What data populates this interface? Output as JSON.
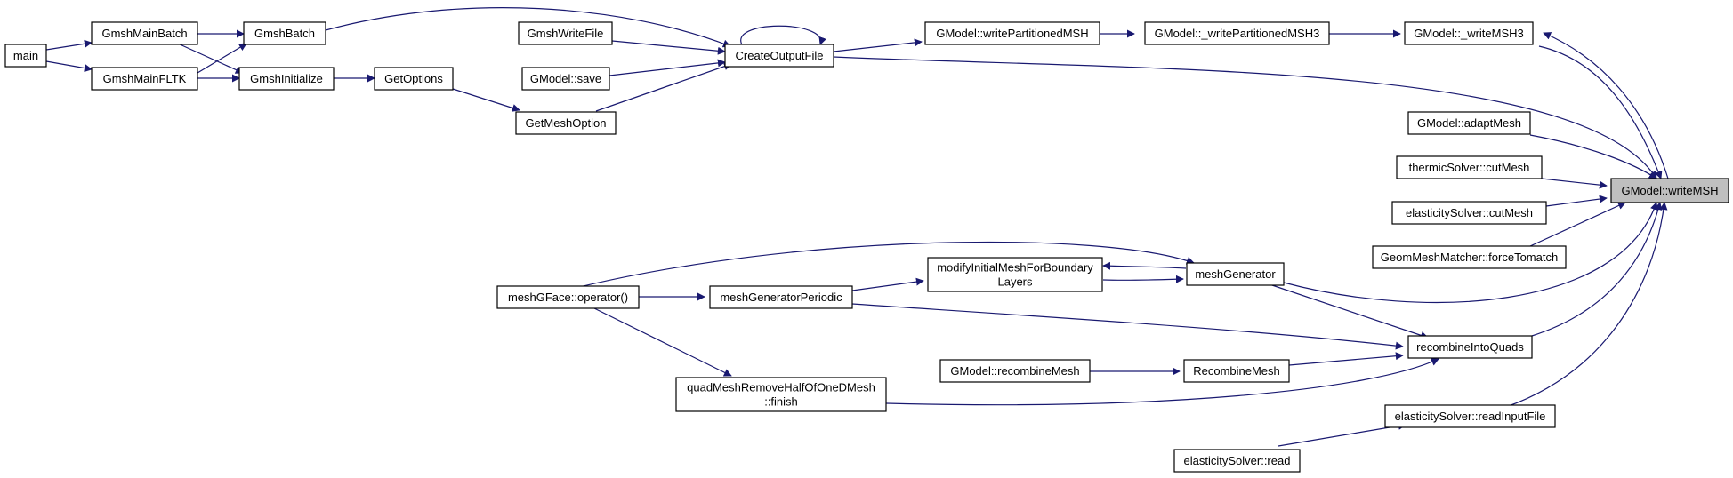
{
  "graph": {
    "focus": "GModel::writeMSH",
    "edge_color": "#191970",
    "highlight_fill": "#bfbfbf",
    "nodes": {
      "main": "main",
      "gmshmainbatch": "GmshMainBatch",
      "gmshmainfltk": "GmshMainFLTK",
      "gmshbatch": "GmshBatch",
      "gmshinitialize": "GmshInitialize",
      "getoptions": "GetOptions",
      "getmeshoption": "GetMeshOption",
      "gmshwritefile": "GmshWriteFile",
      "gmodel_save": "GModel::save",
      "createoutputfile": "CreateOutputFile",
      "writepartitionedmsh": "GModel::writePartitionedMSH",
      "writepartitionedmsh3": "GModel::_writePartitionedMSH3",
      "writemsh3": "GModel::_writeMSH3",
      "adaptmesh": "GModel::adaptMesh",
      "thermic_cutmesh": "thermicSolver::cutMesh",
      "elasticity_cutmesh": "elasticitySolver::cutMesh",
      "forcetomatch": "GeomMeshMatcher::forceTomatch",
      "writemsh": "GModel::writeMSH",
      "modifyinitialmesh_line1": "modifyInitialMeshForBoundary",
      "modifyinitialmesh_line2": "Layers",
      "meshgenerator": "meshGenerator",
      "meshgface_operator": "meshGFace::operator()",
      "meshgeneratorperiodic": "meshGeneratorPeriodic",
      "recombineintoquads": "recombineIntoQuads",
      "gmodel_recombinemesh": "GModel::recombineMesh",
      "recombinemesh": "RecombineMesh",
      "quadmesh_line1": "quadMeshRemoveHalfOfOneDMesh",
      "quadmesh_line2": "::finish",
      "elasticity_readinputfile": "elasticitySolver::readInputFile",
      "elasticity_read": "elasticitySolver::read"
    }
  }
}
